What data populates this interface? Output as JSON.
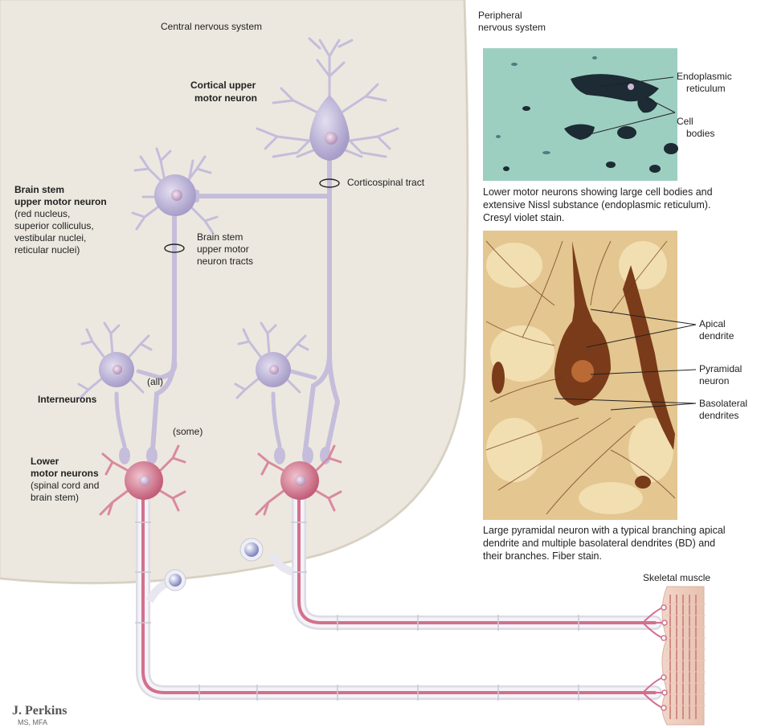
{
  "regions": {
    "cns": "Central nervous system",
    "pns_line1": "Peripheral",
    "pns_line2": "nervous system"
  },
  "neurons": {
    "cortical_line1": "Cortical upper",
    "cortical_line2": "motor neuron",
    "brainstem_line1": "Brain stem",
    "brainstem_line2": "upper motor neuron",
    "brainstem_detail": [
      "(red nucleus,",
      "superior colliculus,",
      "vestibular nuclei,",
      "reticular nuclei)"
    ],
    "interneurons": "Interneurons",
    "lower_line1": "Lower",
    "lower_line2": "motor neurons",
    "lower_detail": [
      "(spinal cord and",
      "brain stem)"
    ]
  },
  "tracts": {
    "corticospinal": "Corticospinal tract",
    "brainstem_tracts": [
      "Brain stem",
      "upper motor",
      "neuron tracts"
    ],
    "all": "(all)",
    "some": "(some)"
  },
  "muscle": "Skeletal muscle",
  "photo1": {
    "labels": {
      "er_line1": "Endoplasmic",
      "er_line2": "reticulum",
      "cb_line1": "Cell",
      "cb_line2": "bodies"
    },
    "caption": [
      "Lower motor neurons showing large cell bodies and",
      "extensive Nissl substance (endoplasmic reticulum).",
      "Cresyl violet stain."
    ]
  },
  "photo2": {
    "labels": {
      "apical_line1": "Apical",
      "apical_line2": "dendrite",
      "pyr_line1": "Pyramidal",
      "pyr_line2": "neuron",
      "baso_line1": "Basolateral",
      "baso_line2": "dendrites"
    },
    "caption": [
      "Large pyramidal neuron with a typical branching apical",
      "dendrite and multiple basolateral dendrites (BD) and",
      "their branches. Fiber stain."
    ]
  },
  "signature": {
    "name": "J. Perkins",
    "degree": "MS, MFA"
  },
  "colors": {
    "cns_bg": "#ece8df",
    "upper_neuron": "#c5bddb",
    "lower_neuron": "#d98a9e",
    "axon_sheath": "#e6e4ee",
    "myelin_pink": "#e3a4b4"
  }
}
